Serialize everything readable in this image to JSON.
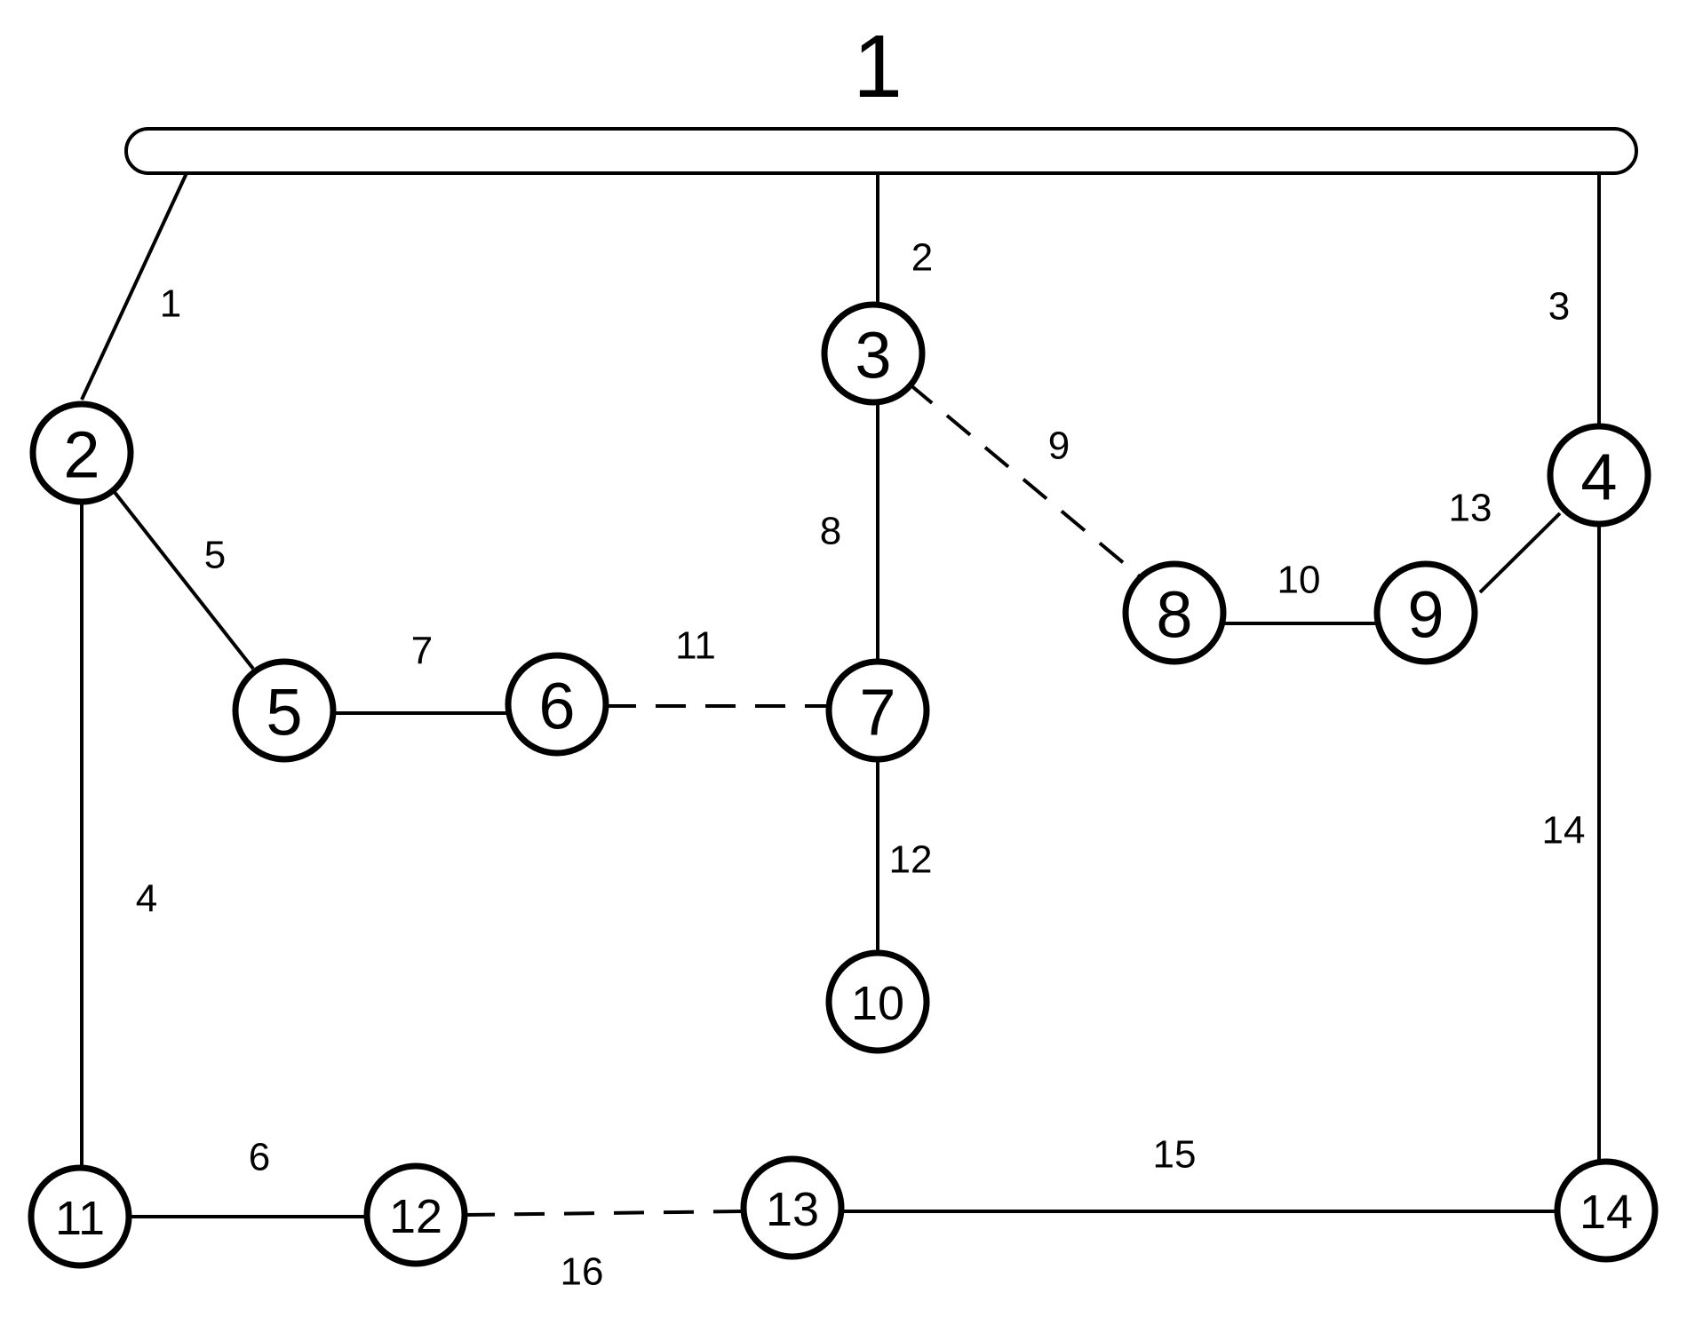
{
  "diagram": {
    "bus": {
      "label": "1"
    },
    "nodes": [
      {
        "id": "2",
        "label": "2"
      },
      {
        "id": "3",
        "label": "3"
      },
      {
        "id": "4",
        "label": "4"
      },
      {
        "id": "5",
        "label": "5"
      },
      {
        "id": "6",
        "label": "6"
      },
      {
        "id": "7",
        "label": "7"
      },
      {
        "id": "8",
        "label": "8"
      },
      {
        "id": "9",
        "label": "9"
      },
      {
        "id": "10",
        "label": "10"
      },
      {
        "id": "11",
        "label": "11"
      },
      {
        "id": "12",
        "label": "12"
      },
      {
        "id": "13",
        "label": "13"
      },
      {
        "id": "14",
        "label": "14"
      }
    ],
    "branches": [
      {
        "label": "1",
        "from": "1",
        "to": "2",
        "state": "closed"
      },
      {
        "label": "2",
        "from": "1",
        "to": "3",
        "state": "closed"
      },
      {
        "label": "3",
        "from": "1",
        "to": "4",
        "state": "closed"
      },
      {
        "label": "4",
        "from": "2",
        "to": "11",
        "state": "closed"
      },
      {
        "label": "5",
        "from": "2",
        "to": "5",
        "state": "closed"
      },
      {
        "label": "6",
        "from": "11",
        "to": "12",
        "state": "closed"
      },
      {
        "label": "7",
        "from": "5",
        "to": "6",
        "state": "closed"
      },
      {
        "label": "8",
        "from": "3",
        "to": "7",
        "state": "closed"
      },
      {
        "label": "9",
        "from": "3",
        "to": "8",
        "state": "open"
      },
      {
        "label": "10",
        "from": "8",
        "to": "9",
        "state": "closed"
      },
      {
        "label": "11",
        "from": "6",
        "to": "7",
        "state": "open"
      },
      {
        "label": "12",
        "from": "7",
        "to": "10",
        "state": "closed"
      },
      {
        "label": "13",
        "from": "9",
        "to": "4",
        "state": "closed"
      },
      {
        "label": "14",
        "from": "4",
        "to": "14",
        "state": "closed"
      },
      {
        "label": "15",
        "from": "13",
        "to": "14",
        "state": "closed"
      },
      {
        "label": "16",
        "from": "12",
        "to": "13",
        "state": "open"
      }
    ]
  }
}
